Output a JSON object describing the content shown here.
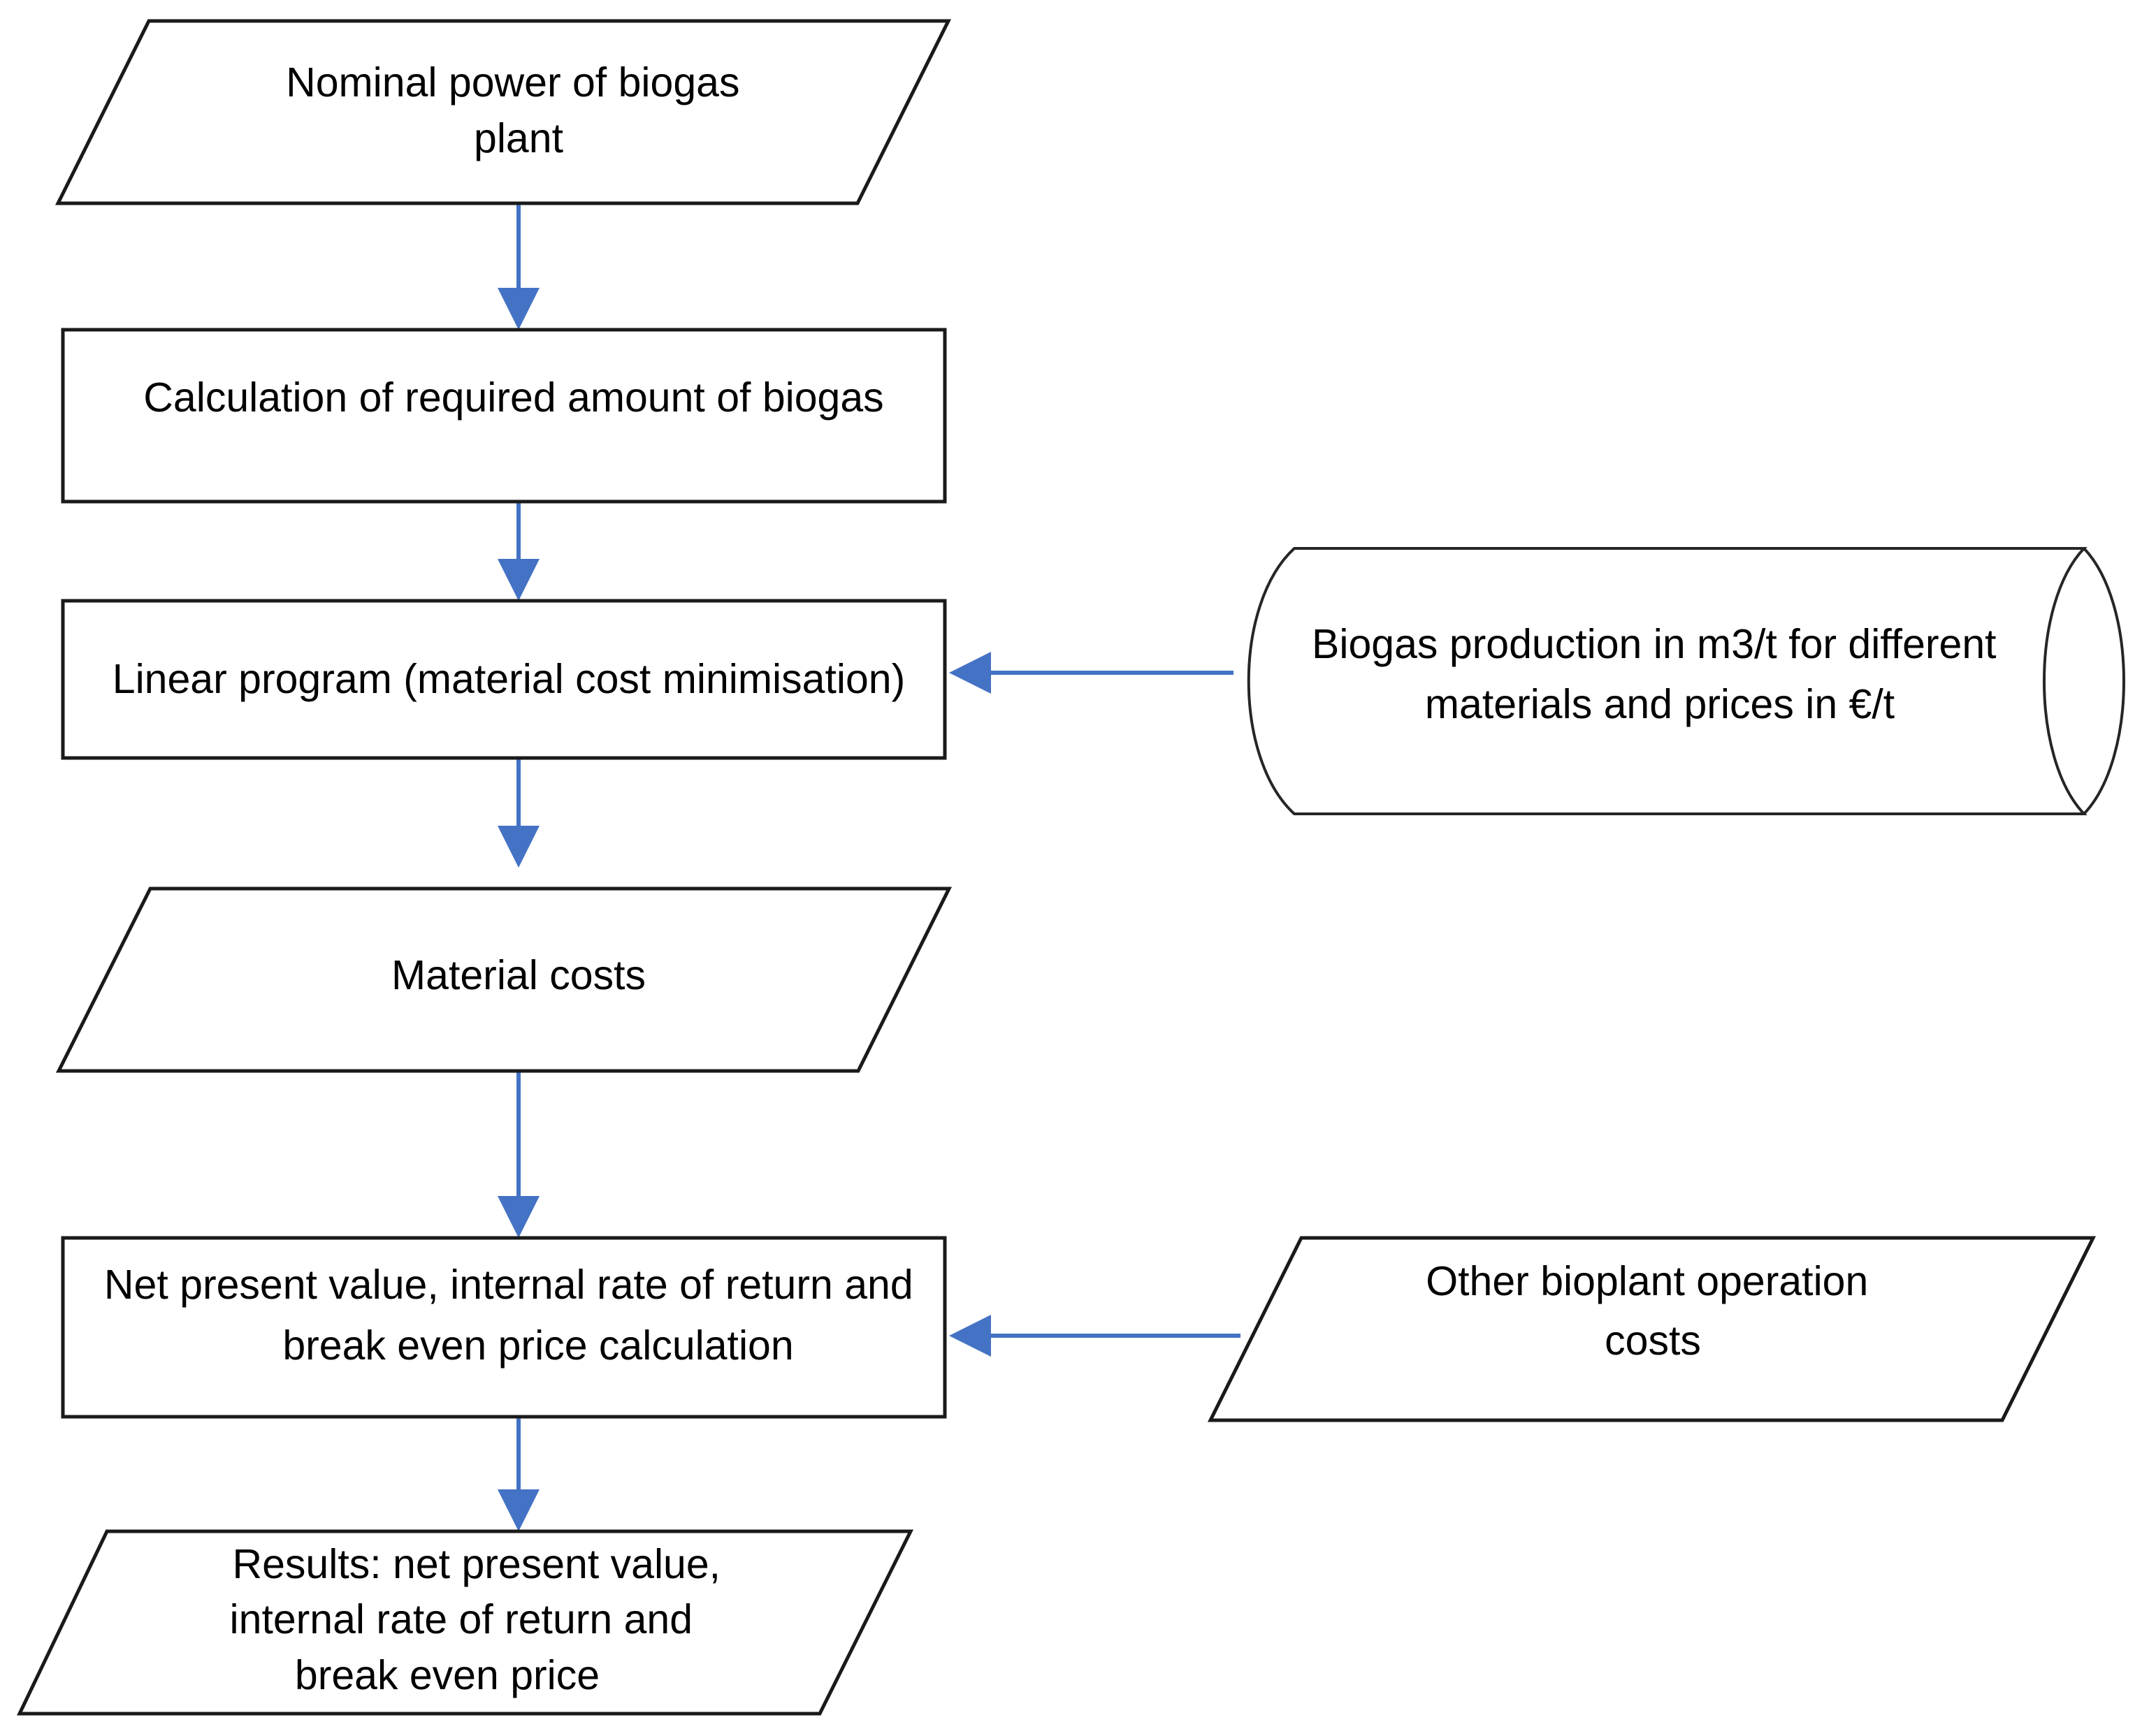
{
  "diagram": {
    "title": "Biogas plant economic assessment flowchart",
    "accent_color": "#4472C4",
    "outline_color": "#1a1a1a",
    "background_color": "#ffffff",
    "nodes": {
      "nominal_power": {
        "shape": "parallelogram",
        "role": "input",
        "lines": [
          "Nominal power of biogas",
          "plant"
        ]
      },
      "calc_biogas": {
        "shape": "rectangle",
        "role": "process",
        "lines": [
          "Calculation of required amount of biogas"
        ]
      },
      "linear_program": {
        "shape": "rectangle",
        "role": "process",
        "lines": [
          "Linear program (material cost minimisation)"
        ]
      },
      "biogas_data": {
        "shape": "cylinder",
        "role": "data-store",
        "lines": [
          "Biogas production in m3/t for different",
          "materials and prices in €/t"
        ]
      },
      "material_costs": {
        "shape": "parallelogram",
        "role": "output",
        "lines": [
          "Material costs"
        ]
      },
      "npv_calc": {
        "shape": "rectangle",
        "role": "process",
        "lines": [
          "Net present value, internal rate of return and",
          "break even price calculation"
        ]
      },
      "other_costs": {
        "shape": "parallelogram",
        "role": "input",
        "lines": [
          "Other bioplant operation",
          "costs"
        ]
      },
      "results": {
        "shape": "parallelogram",
        "role": "output",
        "lines": [
          "Results: net present value,",
          "internal rate of return and",
          "break even price"
        ]
      }
    },
    "edges": [
      {
        "id": "e1",
        "from": "nominal_power",
        "to": "calc_biogas",
        "direction": "down"
      },
      {
        "id": "e2",
        "from": "calc_biogas",
        "to": "linear_program",
        "direction": "down"
      },
      {
        "id": "e3",
        "from": "biogas_data",
        "to": "linear_program",
        "direction": "left"
      },
      {
        "id": "e4",
        "from": "linear_program",
        "to": "material_costs",
        "direction": "down"
      },
      {
        "id": "e5",
        "from": "material_costs",
        "to": "npv_calc",
        "direction": "down"
      },
      {
        "id": "e6",
        "from": "other_costs",
        "to": "npv_calc",
        "direction": "left"
      },
      {
        "id": "e7",
        "from": "npv_calc",
        "to": "results",
        "direction": "down"
      }
    ]
  }
}
